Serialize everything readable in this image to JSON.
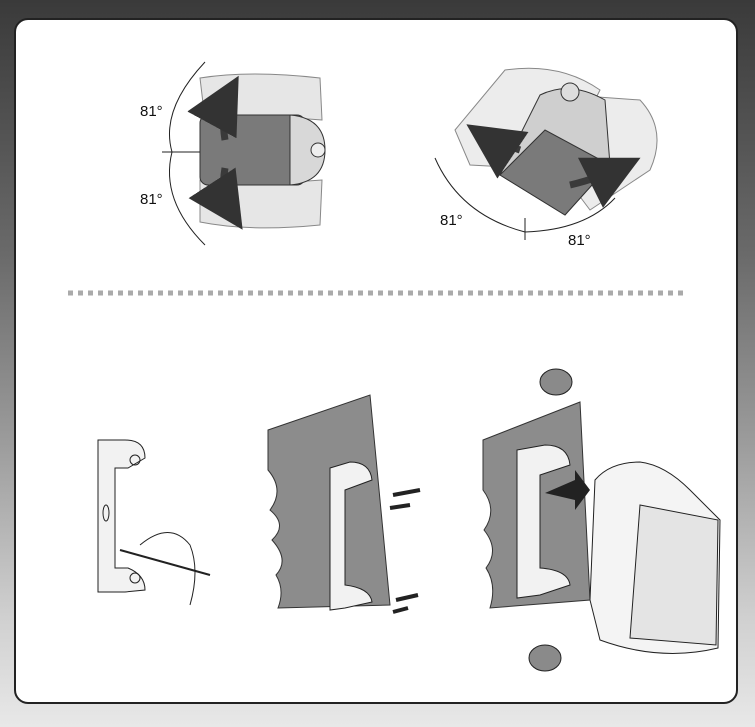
{
  "illustration": {
    "rotation_vertical": {
      "up_angle": "81°",
      "down_angle": "81°"
    },
    "rotation_horizontal": {
      "left_angle": "81°",
      "right_angle": "81°"
    },
    "colors": {
      "frame_bg_top": "#3a3a3a",
      "panel": "#ffffff",
      "speaker_grey": "#7a7a7a",
      "wall_grey": "#8c8c8c",
      "arrow_dark": "#4a4a4a",
      "divider": "#aaaaaa"
    }
  }
}
